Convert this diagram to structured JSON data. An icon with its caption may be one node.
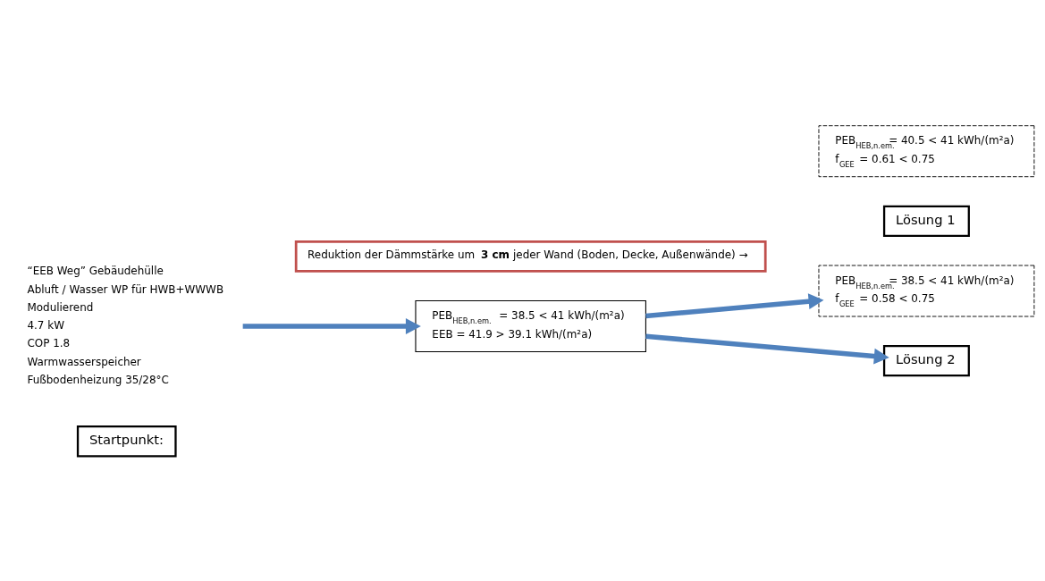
{
  "diagram": {
    "nodes": [
      {
        "text": [
          "Startpunkt:"
        ]
      },
      {
        "text": [
          "“EEB Weg” Gebäudehülle",
          "Abluft / Wasser WP für HWB+WWWB",
          "Modulierend",
          "4.7 kW",
          "COP 1.8",
          "Warmwasserspeicher",
          "Fußbodenheizung 35/28°C"
        ]
      },
      {
        "text": [
          "PEB$_{HEB,n.em.}$ = 38.5 < 41 kWh/(m²a)",
          "EEB = 41.9 > 39.1 kWh/(m²a)"
        ]
      },
      {
        "text": [
          "Lösung 1"
        ]
      },
      {
        "text": [
          "PEB$_{HEB,n.em.}$= 38.5 < 41 kWh/(m²a)",
          "f$_{GEE}$ = 0.58 < 0.75"
        ]
      },
      {
        "text": [
          "Lösung 2"
        ]
      },
      {
        "text": [
          "Reduktion der Dämmstärke um **3 cm** jeder Wand (Boden, Decke, Außenwände) →"
        ]
      },
      {
        "text": [
          "PEB$_{HEB,n.em.}$= 40.5 < 41 kWh/(m²a)",
          "f$_{GEE}$ = 0.61 < 0.75"
        ]
      }
    ],
    "edges": [
      {
        "from": 1,
        "to": 2,
        "arrow": "to"
      },
      {
        "from": 2,
        "to": 4,
        "arrow": "to"
      },
      {
        "from": 2,
        "to": 5,
        "arrow": "to"
      }
    ]
  }
}
